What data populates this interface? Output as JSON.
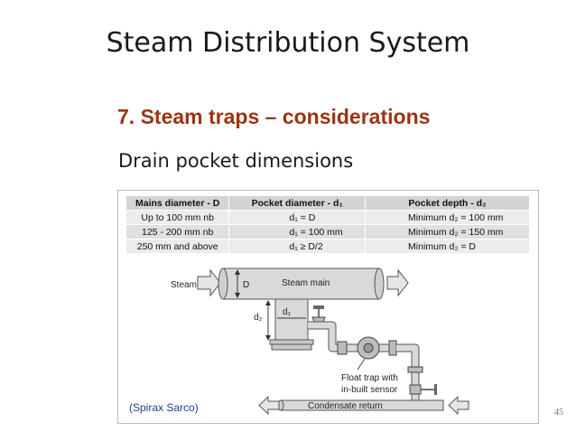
{
  "slide": {
    "title": "Steam Distribution System",
    "subheading": "7. Steam traps – considerations",
    "body": "Drain pocket dimensions",
    "page_number": "45"
  },
  "figure": {
    "table": {
      "headers": [
        "Mains diameter - D",
        "Pocket diameter - d₁",
        "Pocket depth - d₂"
      ],
      "rows": [
        [
          "Up to 100 mm nb",
          "d₁ = D",
          "Minimum d₂ = 100 mm"
        ],
        [
          "125 - 200 mm nb",
          "d₁ = 100 mm",
          "Minimum d₂ = 150 mm"
        ],
        [
          "250 mm and above",
          "d₁ ≥ D/2",
          "Minimum d₂ = D"
        ]
      ]
    },
    "diagram": {
      "steam_label": "Steam",
      "d_label": "D",
      "steam_main_label": "Steam main",
      "d1_label": "d₁",
      "d2_label": "d₂",
      "trap_label_line1": "Float trap with",
      "trap_label_line2": "in-built sensor",
      "condensate_label": "Condensate return"
    },
    "credit": "(Spirax Sarco)"
  },
  "colors": {
    "subheading": "#9a3412",
    "credit": "#1f3f8f",
    "pipe_fill": "#d9d9d9",
    "arrow_fill": "#e6e6e6"
  }
}
